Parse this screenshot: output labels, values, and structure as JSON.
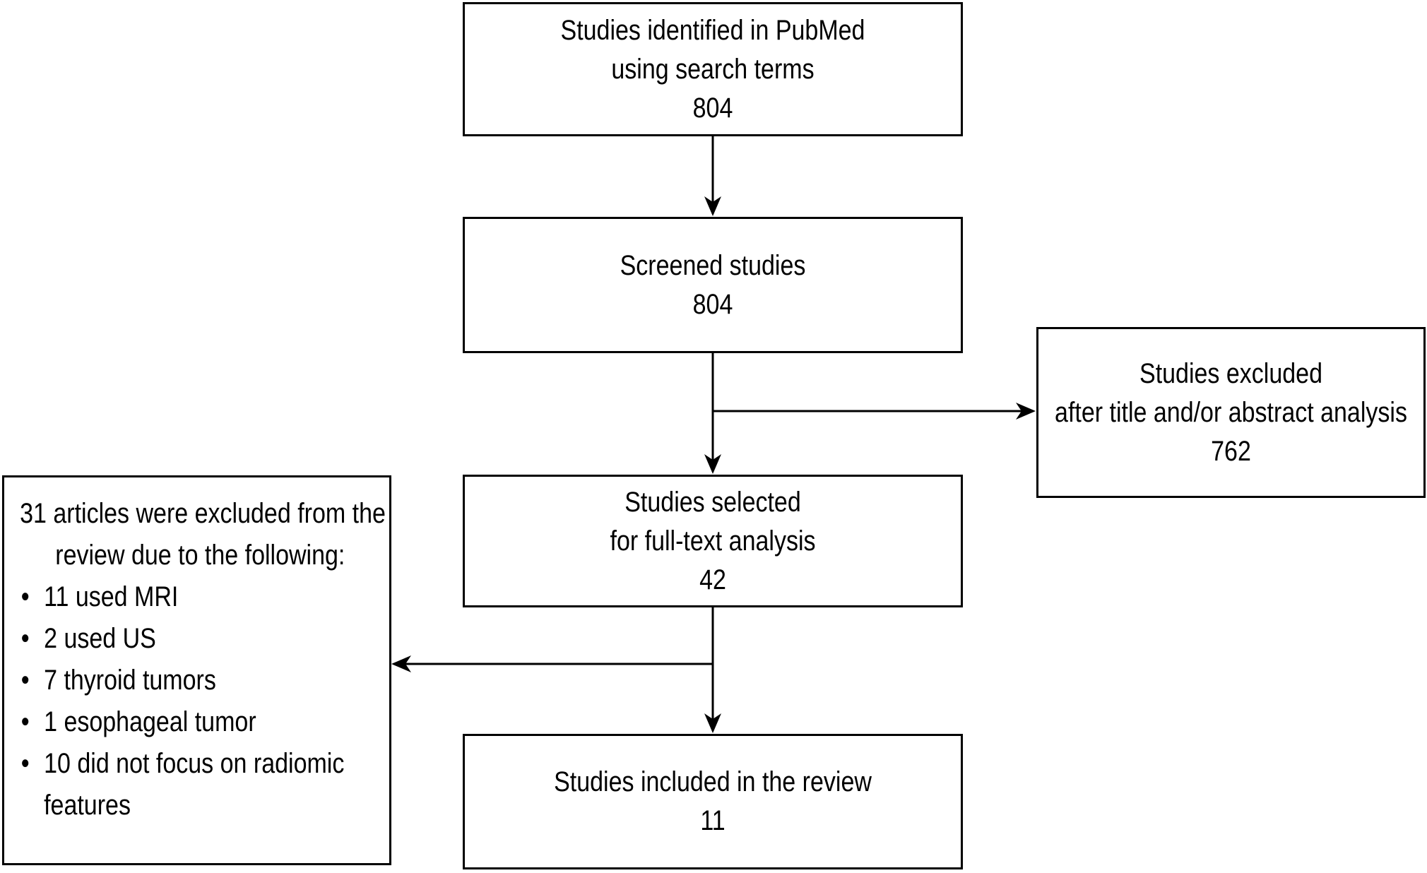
{
  "flowchart": {
    "boxes": {
      "identified": {
        "line1": "Studies identified in PubMed",
        "line2": "using search terms",
        "count": "804"
      },
      "screened": {
        "line1": "Screened studies",
        "count": "804"
      },
      "excluded_title_abstract": {
        "line1": "Studies excluded",
        "line2": "after title and/or abstract analysis",
        "count": "762"
      },
      "selected": {
        "line1": "Studies selected",
        "line2": "for full-text analysis",
        "count": "42"
      },
      "excluded_full_text": {
        "heading_line1": "31 articles were excluded from the",
        "heading_line2": "review due to the following:",
        "bullet_char": "•",
        "items": [
          "11 used MRI",
          "2 used US",
          "7 thyroid tumors",
          "1 esophageal tumor",
          "10 did not focus on radiomic features"
        ]
      },
      "included": {
        "line1": "Studies included in the review",
        "count": "11"
      }
    },
    "colors": {
      "border": "#000000",
      "text": "#000000",
      "background": "#ffffff"
    }
  }
}
